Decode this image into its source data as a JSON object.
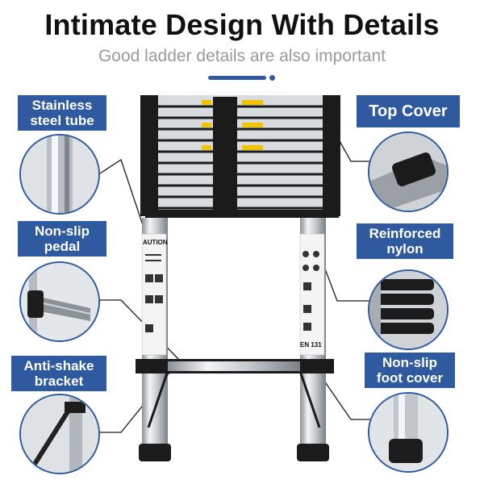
{
  "header": {
    "title": "Intimate Design With Details",
    "subtitle": "Good ladder details are also important"
  },
  "labels": {
    "stainless_line1": "Stainless",
    "stainless_line2": "steel tube",
    "nonslip_pedal_line1": "Non-slip",
    "nonslip_pedal_line2": "pedal",
    "antishake_line1": "Anti-shake",
    "antishake_line2": "bracket",
    "top_cover": "Top Cover",
    "reinforced_line1": "Reinforced",
    "reinforced_line2": "nylon",
    "foot_cover_line1": "Non-slip",
    "foot_cover_line2": "foot cover"
  },
  "ladder_text": {
    "caution": "AUTION",
    "standard": "EN 131"
  },
  "colors": {
    "accent": "#2f5aa0",
    "title": "#111111",
    "subtitle": "#9a9a9a"
  }
}
